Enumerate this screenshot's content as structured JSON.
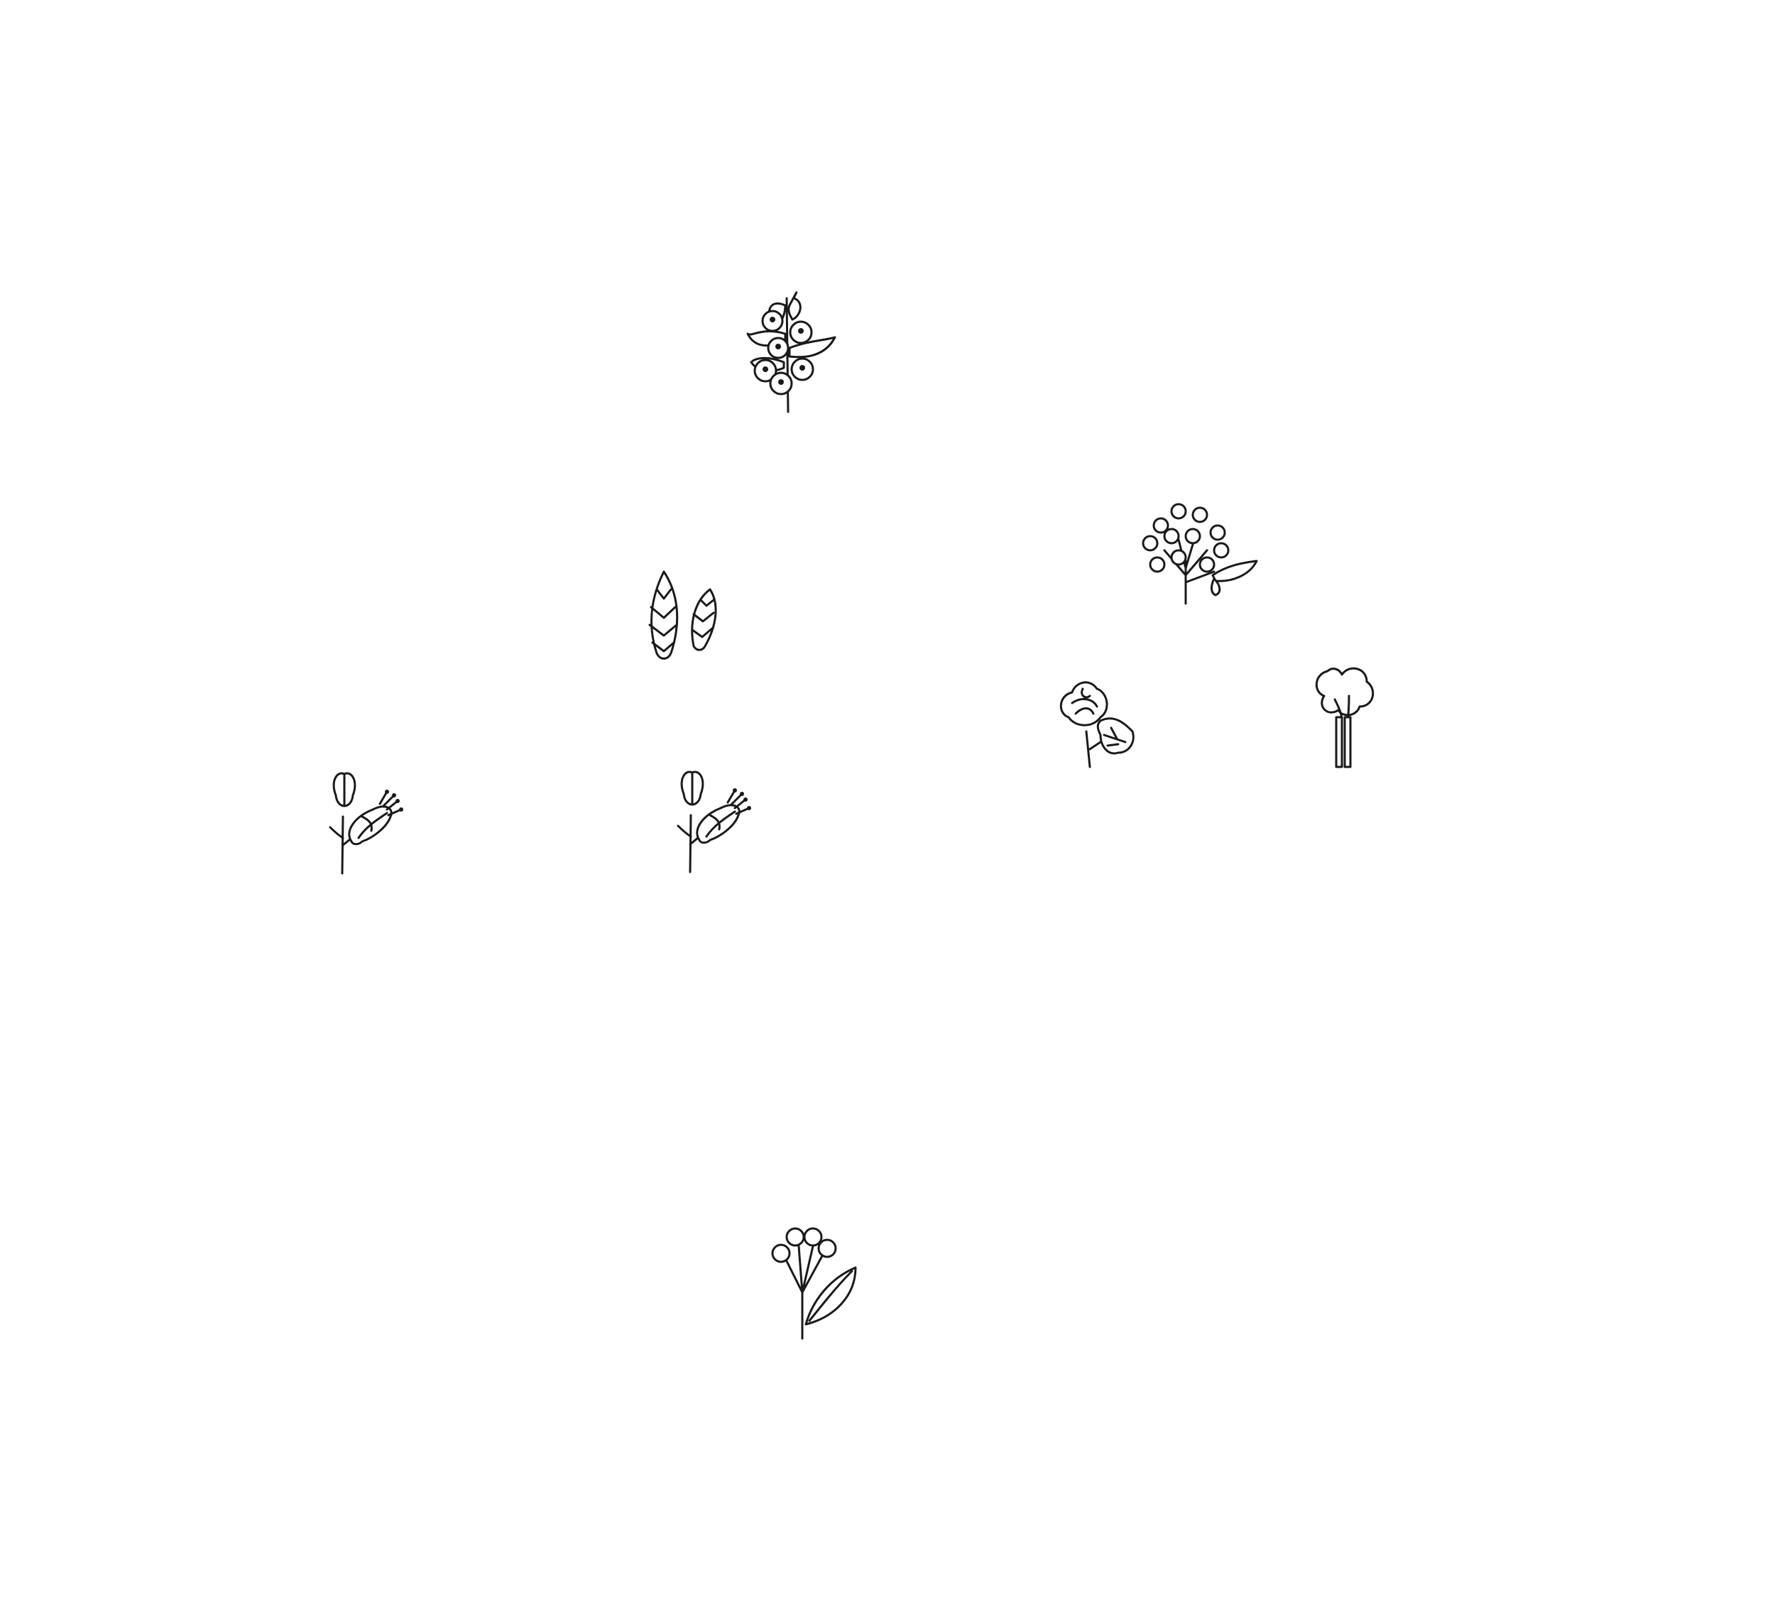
{
  "background": "#ffffff",
  "ink_color": "#1a1a1a",
  "illustrations": [
    {
      "id": "berry-sprig",
      "icon": "berry-sprig-icon"
    },
    {
      "id": "flower-cluster",
      "icon": "flower-cluster-icon"
    },
    {
      "id": "pine-cones",
      "icon": "pine-cone-pair-icon"
    },
    {
      "id": "rose-with-leaf",
      "icon": "rose-leaf-icon"
    },
    {
      "id": "rhubarb-stalks",
      "icon": "rhubarb-stalks-icon"
    },
    {
      "id": "bellflower-left",
      "icon": "bellflower-sprig-icon"
    },
    {
      "id": "bellflower-right",
      "icon": "bellflower-sprig-icon"
    },
    {
      "id": "primrose",
      "icon": "primrose-icon"
    }
  ]
}
